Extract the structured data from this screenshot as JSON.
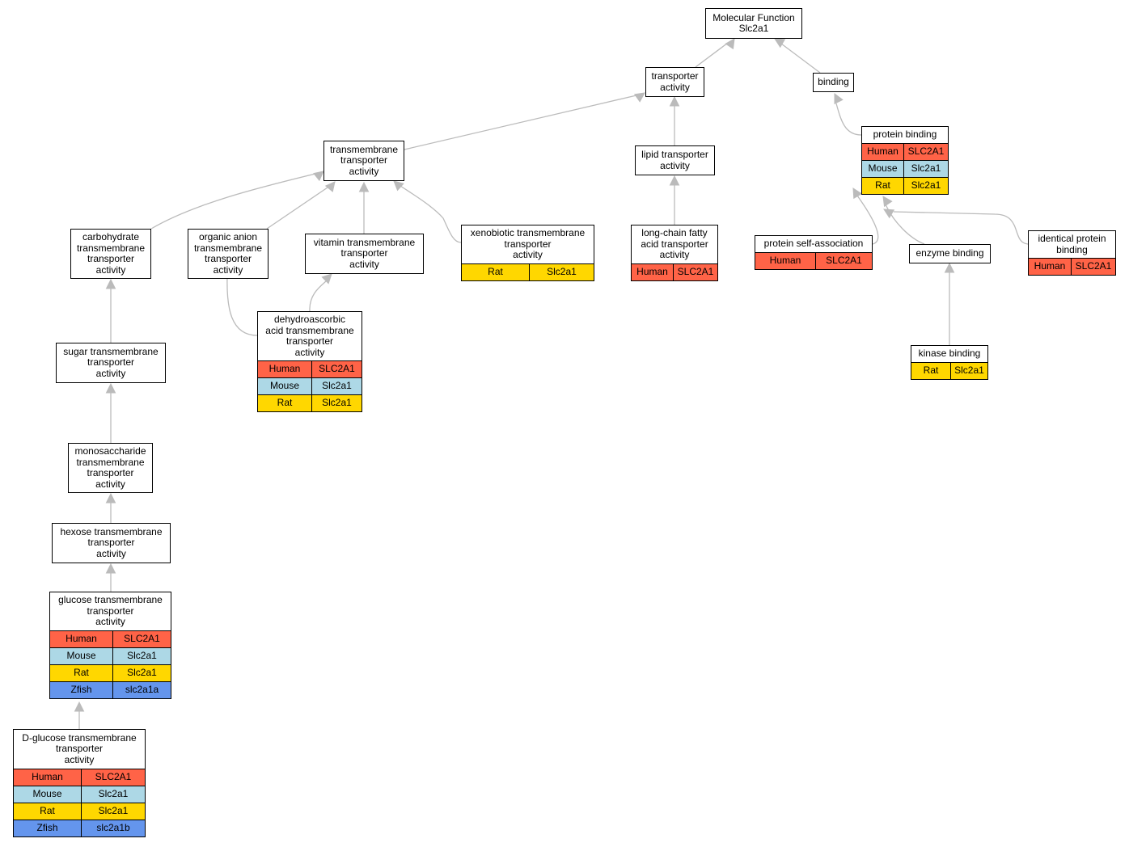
{
  "diagram": {
    "species_colors": {
      "Human": "#ff6347",
      "Mouse": "#add8e6",
      "Rat": "#ffd700",
      "Zfish": "#6495ed"
    },
    "edge_color": "#bbbbbb",
    "nodes": [
      {
        "id": "molecular-function",
        "lines": [
          "Molecular Function",
          "Slc2a1"
        ],
        "rows": []
      },
      {
        "id": "transporter-activity",
        "lines": [
          "transporter",
          "activity"
        ],
        "rows": []
      },
      {
        "id": "binding",
        "lines": [
          "binding"
        ],
        "rows": []
      },
      {
        "id": "protein-binding",
        "lines": [
          "protein binding"
        ],
        "rows": [
          {
            "species": "Human",
            "gene": "SLC2A1"
          },
          {
            "species": "Mouse",
            "gene": "Slc2a1"
          },
          {
            "species": "Rat",
            "gene": "Slc2a1"
          }
        ]
      },
      {
        "id": "transmembrane-transporter-activity",
        "lines": [
          "transmembrane",
          "transporter",
          "activity"
        ],
        "rows": []
      },
      {
        "id": "lipid-transporter-activity",
        "lines": [
          "lipid transporter",
          "activity"
        ],
        "rows": []
      },
      {
        "id": "carbohydrate-transmembrane",
        "lines": [
          "carbohydrate",
          "transmembrane",
          "transporter",
          "activity"
        ],
        "rows": []
      },
      {
        "id": "organic-anion-transmembrane",
        "lines": [
          "organic anion",
          "transmembrane",
          "transporter",
          "activity"
        ],
        "rows": []
      },
      {
        "id": "vitamin-transmembrane",
        "lines": [
          "vitamin transmembrane",
          "transporter",
          "activity"
        ],
        "rows": []
      },
      {
        "id": "xenobiotic-transmembrane",
        "lines": [
          "xenobiotic transmembrane",
          "transporter",
          "activity"
        ],
        "rows": [
          {
            "species": "Rat",
            "gene": "Slc2a1"
          }
        ]
      },
      {
        "id": "long-chain-fatty-acid",
        "lines": [
          "long-chain fatty",
          "acid transporter",
          "activity"
        ],
        "rows": [
          {
            "species": "Human",
            "gene": "SLC2A1"
          }
        ]
      },
      {
        "id": "protein-self-association",
        "lines": [
          "protein self-association"
        ],
        "rows": [
          {
            "species": "Human",
            "gene": "SLC2A1"
          }
        ]
      },
      {
        "id": "enzyme-binding",
        "lines": [
          "enzyme binding"
        ],
        "rows": []
      },
      {
        "id": "identical-protein-binding",
        "lines": [
          "identical protein",
          "binding"
        ],
        "rows": [
          {
            "species": "Human",
            "gene": "SLC2A1"
          }
        ]
      },
      {
        "id": "dehydroascorbic-acid",
        "lines": [
          "dehydroascorbic",
          "acid transmembrane",
          "transporter",
          "activity"
        ],
        "rows": [
          {
            "species": "Human",
            "gene": "SLC2A1"
          },
          {
            "species": "Mouse",
            "gene": "Slc2a1"
          },
          {
            "species": "Rat",
            "gene": "Slc2a1"
          }
        ]
      },
      {
        "id": "kinase-binding",
        "lines": [
          "kinase binding"
        ],
        "rows": [
          {
            "species": "Rat",
            "gene": "Slc2a1"
          }
        ]
      },
      {
        "id": "sugar-transmembrane",
        "lines": [
          "sugar transmembrane",
          "transporter",
          "activity"
        ],
        "rows": []
      },
      {
        "id": "monosaccharide-transmembrane",
        "lines": [
          "monosaccharide",
          "transmembrane",
          "transporter",
          "activity"
        ],
        "rows": []
      },
      {
        "id": "hexose-transmembrane",
        "lines": [
          "hexose transmembrane",
          "transporter",
          "activity"
        ],
        "rows": []
      },
      {
        "id": "glucose-transmembrane",
        "lines": [
          "glucose transmembrane",
          "transporter",
          "activity"
        ],
        "rows": [
          {
            "species": "Human",
            "gene": "SLC2A1"
          },
          {
            "species": "Mouse",
            "gene": "Slc2a1"
          },
          {
            "species": "Rat",
            "gene": "Slc2a1"
          },
          {
            "species": "Zfish",
            "gene": "slc2a1a"
          }
        ]
      },
      {
        "id": "d-glucose-transmembrane",
        "lines": [
          "D-glucose transmembrane",
          "transporter",
          "activity"
        ],
        "rows": [
          {
            "species": "Human",
            "gene": "SLC2A1"
          },
          {
            "species": "Mouse",
            "gene": "Slc2a1"
          },
          {
            "species": "Rat",
            "gene": "Slc2a1"
          },
          {
            "species": "Zfish",
            "gene": "slc2a1b"
          }
        ]
      }
    ],
    "edges": [
      {
        "from": "transporter-activity",
        "to": "molecular-function"
      },
      {
        "from": "binding",
        "to": "molecular-function"
      },
      {
        "from": "transmembrane-transporter-activity",
        "to": "transporter-activity"
      },
      {
        "from": "lipid-transporter-activity",
        "to": "transporter-activity"
      },
      {
        "from": "protein-binding",
        "to": "binding"
      },
      {
        "from": "carbohydrate-transmembrane",
        "to": "transmembrane-transporter-activity"
      },
      {
        "from": "organic-anion-transmembrane",
        "to": "transmembrane-transporter-activity"
      },
      {
        "from": "vitamin-transmembrane",
        "to": "transmembrane-transporter-activity"
      },
      {
        "from": "xenobiotic-transmembrane",
        "to": "transmembrane-transporter-activity"
      },
      {
        "from": "long-chain-fatty-acid",
        "to": "lipid-transporter-activity"
      },
      {
        "from": "protein-self-association",
        "to": "protein-binding"
      },
      {
        "from": "enzyme-binding",
        "to": "protein-binding"
      },
      {
        "from": "identical-protein-binding",
        "to": "protein-binding"
      },
      {
        "from": "dehydroascorbic-acid",
        "to": "organic-anion-transmembrane"
      },
      {
        "from": "dehydroascorbic-acid",
        "to": "vitamin-transmembrane"
      },
      {
        "from": "kinase-binding",
        "to": "enzyme-binding"
      },
      {
        "from": "sugar-transmembrane",
        "to": "carbohydrate-transmembrane"
      },
      {
        "from": "monosaccharide-transmembrane",
        "to": "sugar-transmembrane"
      },
      {
        "from": "hexose-transmembrane",
        "to": "monosaccharide-transmembrane"
      },
      {
        "from": "glucose-transmembrane",
        "to": "hexose-transmembrane"
      },
      {
        "from": "d-glucose-transmembrane",
        "to": "glucose-transmembrane"
      }
    ]
  }
}
